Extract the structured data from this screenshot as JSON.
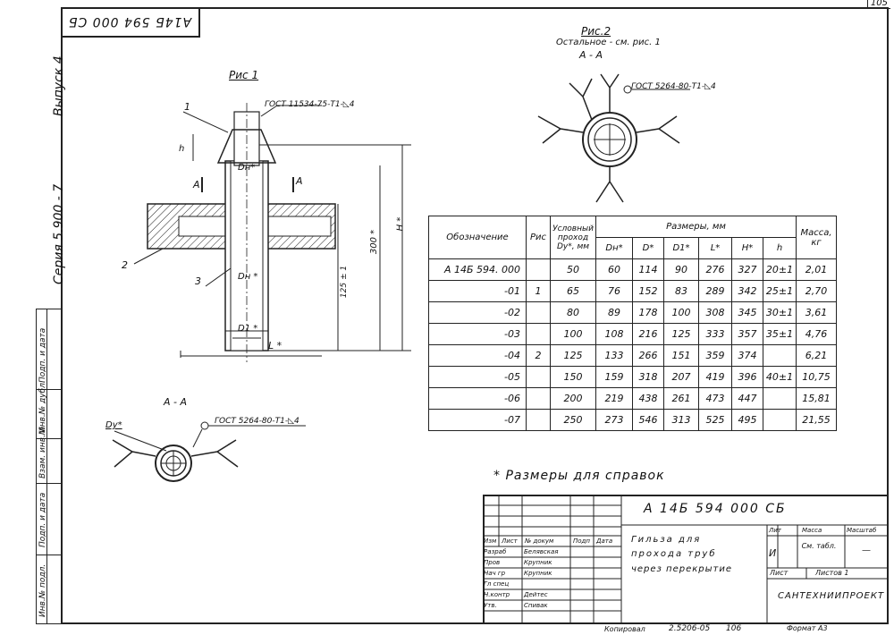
{
  "page_number": "105",
  "top_stamp": "А14Б 594 000 СБ",
  "side": {
    "issue": "Выпуск 4",
    "series": "Серия 5.900 - 7",
    "strip_labels": [
      "Инв.№ подл.",
      "Подп. и дата",
      "Взам. инв.№",
      "Инв.№ дубл.",
      "Подп. и дата"
    ]
  },
  "fig1": {
    "title": "Рис 1",
    "gost": "ГОСТ 11534-75-Т1-◺4",
    "callouts": [
      "1",
      "2",
      "3"
    ],
    "dims": {
      "h": "h",
      "dn_top": "Dн*",
      "aa_left": "А",
      "aa_right": "А",
      "dim300": "300 *",
      "dimH": "Н *",
      "dim125": "125 ± 1",
      "dn": "Dн *",
      "d1": "D1 *",
      "L": "L *"
    }
  },
  "fig2": {
    "title": "Рис.2",
    "subtitle": "Остальное - см. рис. 1",
    "section": "А - А",
    "gost": "ГОСТ 5264-80-Т1-◺4"
  },
  "section_aa": {
    "title": "А - А",
    "dy": "Dу*",
    "gost": "ГОСТ 5264-80-Т1-◺4"
  },
  "table": {
    "h_designation": "Обозначение",
    "h_fig": "Рис",
    "h_dy": "Условный проход Dу*, мм",
    "h_sizes": "Размеры, мм",
    "h_mass": "Масса, кг",
    "cols": [
      "Dн*",
      "D*",
      "D1*",
      "L*",
      "Н*",
      "h"
    ],
    "rows": [
      {
        "des": "А 14Б 594. 000",
        "fig": "",
        "dy": "50",
        "dn": "60",
        "d": "114",
        "d1": "90",
        "l": "276",
        "hh": "327",
        "h": "20±1",
        "m": "2,01"
      },
      {
        "des": "-01",
        "fig": "1",
        "dy": "65",
        "dn": "76",
        "d": "152",
        "d1": "83",
        "l": "289",
        "hh": "342",
        "h": "25±1",
        "m": "2,70"
      },
      {
        "des": "-02",
        "fig": "",
        "dy": "80",
        "dn": "89",
        "d": "178",
        "d1": "100",
        "l": "308",
        "hh": "345",
        "h": "30±1",
        "m": "3,61"
      },
      {
        "des": "-03",
        "fig": "",
        "dy": "100",
        "dn": "108",
        "d": "216",
        "d1": "125",
        "l": "333",
        "hh": "357",
        "h": "35±1",
        "m": "4,76"
      },
      {
        "des": "-04",
        "fig": "2",
        "dy": "125",
        "dn": "133",
        "d": "266",
        "d1": "151",
        "l": "359",
        "hh": "374",
        "h": "",
        "m": "6,21"
      },
      {
        "des": "-05",
        "fig": "",
        "dy": "150",
        "dn": "159",
        "d": "318",
        "d1": "207",
        "l": "419",
        "hh": "396",
        "h": "40±1",
        "m": "10,75"
      },
      {
        "des": "-06",
        "fig": "",
        "dy": "200",
        "dn": "219",
        "d": "438",
        "d1": "261",
        "l": "473",
        "hh": "447",
        "h": "",
        "m": "15,81"
      },
      {
        "des": "-07",
        "fig": "",
        "dy": "250",
        "dn": "273",
        "d": "546",
        "d1": "313",
        "l": "525",
        "hh": "495",
        "h": "",
        "m": "21,55"
      }
    ]
  },
  "note": "* Размеры для справок",
  "titleblock": {
    "code": "А 14Б 594 000 СБ",
    "name1": "Гильза для",
    "name2": "прохода труб",
    "name3": "через перекрытие",
    "hdr": [
      "Изм",
      "Лист",
      "№ докум",
      "Подп",
      "Дата"
    ],
    "roles": [
      "Разраб",
      "Пров",
      "Нач гр",
      "Гл спец",
      "Н.контр",
      "Утв."
    ],
    "names": [
      "Белявская",
      "Крупник",
      "Крупник",
      "",
      "Дейтес",
      "Спивак"
    ],
    "lit": "Лит",
    "mass": "Масса",
    "scale": "Масштаб",
    "lit_val": "И",
    "mass_val": "См. табл.",
    "scale_val": "—",
    "sheet": "Лист",
    "sheets": "Листов 1",
    "org": "САНТЕХНИИПРОЕКТ"
  },
  "footer": {
    "copied": "Копировал",
    "order": "2.5206-05",
    "num": "106",
    "format": "Формат А3"
  }
}
